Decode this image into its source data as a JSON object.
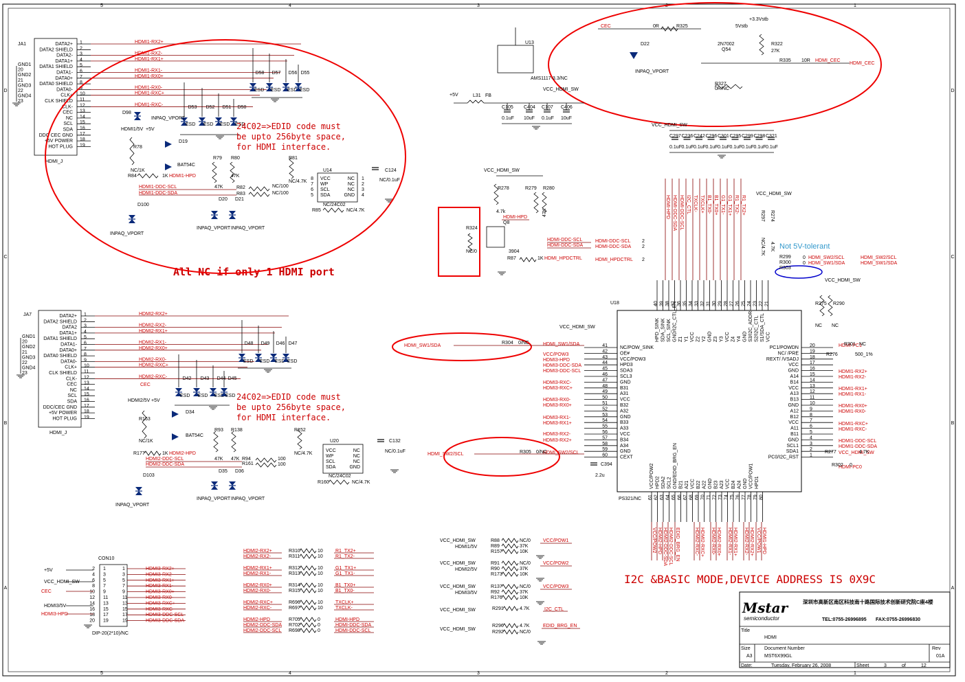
{
  "frame": {
    "cols_top": [
      "5",
      "4",
      "3",
      "2",
      "1"
    ],
    "rows": [
      "D",
      "C",
      "B",
      "A"
    ]
  },
  "notes": {
    "edid1": [
      "24C02=>EDID code must",
      "be upto 256byte space,",
      "for HDMI interface."
    ],
    "edid2": [
      "24C02=>EDID code must",
      "be upto 256byte space,",
      "for HDMI interface."
    ],
    "nc_only": "All NC if only 1 HDMI port",
    "not5v": "Not 5V-tolerant",
    "mode": "I2C &BASIC MODE,DEVICE ADDRESS IS 0X9C"
  },
  "ja1": {
    "ref": "JA1",
    "name": "HDMI_J",
    "left_pins": [
      "DATA2+",
      "DATA2 SHIELD",
      "DATA2-",
      "DATA1+",
      "DATA1 SHIELD",
      "DATA1-",
      "DATA0+",
      "DATA0 SHIELD",
      "DATA0-",
      "CLK+",
      "CLK SHIELD",
      "CLK-",
      "CEC",
      "NC",
      "SCL",
      "SDA",
      "DDC CEC GND",
      "+5V POWER",
      "HOT PLUG"
    ],
    "gnd": [
      "GND1",
      "20",
      "GND2",
      "21",
      "GND3",
      "22",
      "GND4",
      "23"
    ],
    "nets": [
      "HDMI1-RX2+",
      "HDMI1-RX2-",
      "HDMI1-RX1+",
      "HDMI1-RX1-",
      "HDMI1-RX0+",
      "HDMI1-RX0-",
      "HDMI1-RXC+",
      "HDMI1-RXC-",
      "CEC"
    ]
  },
  "ja7": {
    "ref": "JA7",
    "name": "HDMI_J",
    "left_pins": [
      "DATA2+",
      "DATA2 SHIELD",
      "DATA2",
      "DATA1+",
      "DATA1 SHIELD",
      "DATA1-",
      "DATA0+",
      "DATA0 SHIELD",
      "DATA0-",
      "CLK+",
      "CLK SHIELD",
      "CLK-",
      "CEC",
      "NC",
      "SCL",
      "SDA",
      "DDC/CEC GND",
      "+5V POWER",
      "HOT PLUG"
    ],
    "gnd": [
      "GND1",
      "20",
      "GND2",
      "21",
      "GND3",
      "22",
      "GND4",
      "23"
    ],
    "nets": [
      "HDMI2-RX2+",
      "HDMI2-RX2-",
      "HDMI2-RX1+",
      "HDMI2-RX1-",
      "HDMI2-RX0+",
      "HDMI2-RX0-",
      "HDMI2-RXC+",
      "HDMI2-RXC-",
      "CEC"
    ]
  },
  "port1": {
    "esd_top": [
      "D58",
      "D57",
      "D56",
      "D55"
    ],
    "esd_mid": [
      "D53",
      "D52",
      "D51",
      "D50"
    ],
    "esd_label": "ESD",
    "d98": "D98",
    "inpaq": "INPAQ_VPORT",
    "pwr": "HDMI1/5V",
    "p5v": "+5V",
    "d19": "D19",
    "bat": "BAT54C",
    "r78": "R78",
    "nc1k": "NC/1K",
    "r84": "R84",
    "one_k": "1K",
    "hpd": "HDMI1-HPD",
    "r79": "R79",
    "r80": "R80",
    "r81": "R81",
    "k47": "47K",
    "nc47": "NC/4.7K",
    "u14": "U14",
    "c124": "C124",
    "c124v": "NC/0.1uF",
    "eeprom_left": [
      "VCC",
      "WP",
      "SCL",
      "SDA"
    ],
    "eeprom_right": [
      "NC",
      "NC",
      "NC",
      "GND"
    ],
    "eeprom_pl": [
      "8",
      "7",
      "6",
      "5"
    ],
    "eeprom_pr": [
      "1",
      "2",
      "3",
      "4"
    ],
    "eeprom_name": "NC/24C02",
    "r82": "R82",
    "r83": "R83",
    "nc100": "NC/100",
    "r85": "R85",
    "r85v": "NC/4.7K",
    "scl": "HDMI1-DDC-SCL",
    "sda": "HDMI1-DDC-SDA",
    "d100": "D100",
    "d20": "D20",
    "d21": "D21"
  },
  "port2": {
    "esd_top": [
      "D48",
      "D49",
      "D46",
      "D47"
    ],
    "esd_mid": [
      "D42",
      "D43",
      "D44",
      "D45"
    ],
    "esd_label": "ESD",
    "cec": "CEC",
    "inpaq": "INPAQ_VPORT",
    "pwr": "HDMI2/5V",
    "p5v": "+5V",
    "d34": "D34",
    "bat": "BAT54C",
    "r163": "R163",
    "nc1k": "NC/1K",
    "r177": "R177",
    "one_k": "1K",
    "hpd": "HDMI2-HPD",
    "r93": "R93",
    "r138": "R138",
    "r152": "R152",
    "k47": "47K",
    "nc47": "NC/4.7K",
    "u20": "U20",
    "c132": "C132",
    "c132v": "NC/0.1uF",
    "eeprom_left": [
      "VCC",
      "WP",
      "SCL",
      "SDA"
    ],
    "eeprom_right": [
      "NC",
      "NC",
      "NC",
      "GND"
    ],
    "eeprom_name": "NC/24C02",
    "r94": "R94",
    "r161": "R161",
    "v100": "100",
    "r160": "R160",
    "r160v": "NC/4.7K",
    "scl": "HDMI2-DDC-SCL",
    "sda": "HDMI2-DDC-SDA",
    "d103": "D103",
    "d35": "D35",
    "d36": "D36"
  },
  "power": {
    "u13": "U13",
    "u13v": "AMS1117-3.3/NC",
    "p5v": "+5V",
    "l31": "L31",
    "fb": "FB",
    "vcc": "VCC_HDMI_SW",
    "caps": [
      "C105",
      "C404",
      "C107",
      "C406"
    ],
    "capv": [
      "0.1uF",
      "10uF",
      "0.1uF",
      "10uF"
    ],
    "decoup": [
      "C297",
      "C236",
      "C242",
      "C296",
      "C301",
      "C295",
      "C299",
      "C298",
      "C321"
    ],
    "decoupv": "0.1uF"
  },
  "cec": {
    "cec": "CEC",
    "zero_r": "0R",
    "r325": "R325",
    "d22": "D22",
    "inpaq": "INPAQ_VPORT",
    "v33": "+3.3Vstb",
    "v5": "5Vstb",
    "q54": "2N7002",
    "q54r": "Q54",
    "r322": "R322",
    "k27": "27K",
    "r335": "R335",
    "v10r": "10R",
    "net": "HDMI_CEC",
    "r327": "R327",
    "r327v": "0R/NC"
  },
  "hpdctl": {
    "vcc": "VCC_HDMI_SW",
    "r278": "R278",
    "r279": "R279",
    "r280": "R280",
    "k47": "4.7k",
    "k47b": "47K",
    "q8": "Q8",
    "q8v": "3904",
    "r87": "R87",
    "one_k": "1K",
    "r324": "R324",
    "ncv": "NC/0",
    "hpd": "HDMI-HPD",
    "scl": "HDMI-DDC-SCL",
    "sda": "HDMI-DDC-SDA",
    "ctl": "HDMI_HPDCTRL",
    "two": "2"
  },
  "u18": {
    "ref": "U18",
    "name": "PS321/NC",
    "vcc_top": "VCC_HDMI_SW",
    "left": [
      [
        "41",
        "NC/POW_SINK"
      ],
      [
        "42",
        "OE#"
      ],
      [
        "43",
        "VCC/POW3"
      ],
      [
        "44",
        "HPD3"
      ],
      [
        "45",
        "SDA3"
      ],
      [
        "46",
        "SCL3"
      ],
      [
        "47",
        "GND"
      ],
      [
        "48",
        "B31"
      ],
      [
        "49",
        "A31"
      ],
      [
        "50",
        "VCC"
      ],
      [
        "51",
        "B32"
      ],
      [
        "52",
        "A32"
      ],
      [
        "53",
        "GND"
      ],
      [
        "54",
        "B33"
      ],
      [
        "55",
        "A33"
      ],
      [
        "56",
        "VCC"
      ],
      [
        "57",
        "B34"
      ],
      [
        "58",
        "A34"
      ],
      [
        "59",
        "GND"
      ],
      [
        "60",
        "CEXT"
      ]
    ],
    "right": [
      [
        "20",
        "PC1/POWDN"
      ],
      [
        "19",
        "NC/ /PRE"
      ],
      [
        "18",
        "REXT/ /VSADJ"
      ],
      [
        "17",
        "VCC"
      ],
      [
        "16",
        "GND"
      ],
      [
        "15",
        "A14"
      ],
      [
        "14",
        "B14"
      ],
      [
        "13",
        "VCC"
      ],
      [
        "12",
        "A13"
      ],
      [
        "11",
        "B13"
      ],
      [
        "10",
        "GND"
      ],
      [
        "9",
        "A12"
      ],
      [
        "8",
        "B12"
      ],
      [
        "7",
        "VCC"
      ],
      [
        "6",
        "A11"
      ],
      [
        "5",
        "B11"
      ],
      [
        "4",
        "GND"
      ],
      [
        "3",
        "SCL1"
      ],
      [
        "2",
        "SDA1"
      ],
      [
        "1",
        "PC0/I2C_RST"
      ]
    ],
    "top": [
      [
        "40",
        "HPD_SINK"
      ],
      [
        "39",
        "SDA_SINK"
      ],
      [
        "38",
        "SCL_SINK"
      ],
      [
        "37",
        "GND/I2C_CTL_EN"
      ],
      [
        "36",
        "Z1"
      ],
      [
        "35",
        "Y1"
      ],
      [
        "34",
        "VCC"
      ],
      [
        "33",
        "Z2"
      ],
      [
        "32",
        "Y2"
      ],
      [
        "31",
        "GND"
      ],
      [
        "30",
        "Z3"
      ],
      [
        "29",
        "Y3"
      ],
      [
        "28",
        "VCC"
      ],
      [
        "27",
        "Z4"
      ],
      [
        "26",
        "Y4"
      ],
      [
        "25",
        "GND"
      ],
      [
        "24",
        "S3/I2C_ADDR"
      ],
      [
        "23",
        "S2/I2C_CTL"
      ],
      [
        "22",
        "S1/SDA_CTL"
      ],
      [
        "21",
        "VCC"
      ]
    ],
    "bottom": [
      [
        "61",
        "VCC/POW2"
      ],
      [
        "62",
        "HPD2"
      ],
      [
        "63",
        "SDA2"
      ],
      [
        "64",
        "SCL2"
      ],
      [
        "65",
        "GND/EDID_BRG_EN"
      ],
      [
        "66",
        "B21"
      ],
      [
        "67",
        "A21"
      ],
      [
        "68",
        "VCC"
      ],
      [
        "69",
        "B22"
      ],
      [
        "70",
        "A22"
      ],
      [
        "71",
        "GND"
      ],
      [
        "72",
        "B23"
      ],
      [
        "73",
        "A23"
      ],
      [
        "74",
        "VCC"
      ],
      [
        "75",
        "B24"
      ],
      [
        "76",
        "A24"
      ],
      [
        "77",
        "GND"
      ],
      [
        "78",
        "VCC/POW1"
      ],
      [
        "79",
        "HPD1"
      ],
      [
        "80",
        ""
      ]
    ],
    "top_nets": [
      "HDMI-HPD",
      "HDMI-DDC-SDA",
      "HDMI-DDC-SCL",
      "I2C_CTL",
      "TXCLK-",
      "TXCLK+",
      "B1_TX0-",
      "B1_TX0+",
      "G1_TX1-",
      "G1_TX1+",
      "R1_TX2-",
      "R1_TX2+"
    ],
    "left_nets": [
      "HDMI_SW1/SDA",
      "VCC/POW3",
      "HDMI3-HPD",
      "HDMI3-DDC-SDA",
      "HDMI3-DDC-SCL",
      "HDMI3-RXC-",
      "HDMI3-RXC+",
      "HDMI3-RX0-",
      "HDMI3-RX0+",
      "HDMI3-RX1-",
      "HDMI3-RX1+",
      "HDMI3-RX2-",
      "HDMI3-RX2+",
      "HDMI_SW2/SCL"
    ],
    "right_nets": [
      "HDMI-PC1",
      "HDMI1-RX2+",
      "HDMI1-RX2-",
      "HDMI1-RX1+",
      "HDMI1-RX1-",
      "HDMI1-RX0+",
      "HDMI1-RX0-",
      "HDMI1-RXC+",
      "HDMI1-RXC-",
      "HDMI1-DDC-SCL",
      "HDMI1-DDC-SDA",
      "VCC_HDMI_SW",
      "HDMI-PC0"
    ],
    "bottom_nets": [
      "VCC/POW2",
      "HDMI2-HPD",
      "HDMI2-DDC-SDA",
      "HDMI2-DDC-SCL",
      "EDID_BRG_EN",
      "HDMI2-RXC-",
      "HDMI2-RXC+",
      "HDMI2-RX0-",
      "HDMI2-RX0+",
      "HDMI2-RX1-",
      "HDMI2-RX1+",
      "HDMI2-RX2-",
      "HDMI2-RX2+",
      "VCC/POW1",
      "HDMI1-HPD"
    ],
    "r304": "R304",
    "r304v": "0/NC",
    "r305": "R305",
    "r305v": "0/NC",
    "c394": "C394",
    "c394v": "2.2u",
    "r301": "R301",
    "r301v": "NC",
    "r276": "R276",
    "r276v": "500_1%",
    "r277": "R277",
    "r277v": "4.7K",
    "r302": "R302",
    "r302v": "0",
    "r275": "R275",
    "r290": "R290",
    "ncv": "NC",
    "r299": "R299",
    "r300": "R300",
    "r303": "R303",
    "zero": "0",
    "sw2scl": "HDMI_SW2/SCL",
    "sw1sda": "HDMI_SW1/SDA",
    "r297": "R297",
    "r274": "R274",
    "k47": "4.7K",
    "nc47": "NC/4.7K"
  },
  "con10": {
    "ref": "CON10",
    "name": "DIP-20(2*10)/NC",
    "left_labels": [
      "+5V",
      "VCC_HDMI_SW",
      "CEC",
      "HDMI3/5V",
      "HDMI3-HPD"
    ],
    "right_nets": [
      "HDMI3-RX2+",
      "HDMI3-RX2-",
      "HDMI3-RX1+",
      "HDMI3-RX1-",
      "HDMI3-RX0+",
      "HDMI3-RX0-",
      "HDMI3-RXC+",
      "HDMI3-RXC-",
      "HDMI3-DDC-SCL",
      "HDMI3-DDC-SDA"
    ],
    "pins_l": [
      "2",
      "4",
      "6",
      "8",
      "10",
      "12",
      "14",
      "16",
      "18",
      "20"
    ],
    "pins_r": [
      "1",
      "3",
      "5",
      "7",
      "9",
      "11",
      "13",
      "15",
      "17",
      "19"
    ]
  },
  "rtable": [
    [
      "HDMI2-RX2+",
      "R310",
      "10",
      "R1_TX2+"
    ],
    [
      "HDMI2-RX2-",
      "R311",
      "10",
      "R1_TX2-"
    ],
    [
      "HDMI2-RX1+",
      "R312",
      "10",
      "G1_TX1+"
    ],
    [
      "HDMI2-RX1-",
      "R313",
      "10",
      "G1_TX1-"
    ],
    [
      "HDMI2-RX0+",
      "R314",
      "10",
      "B1_TX0+"
    ],
    [
      "HDMI2-RX0-",
      "R315",
      "10",
      "B1_TX0-"
    ],
    [
      "HDMI2-RXC+",
      "R696",
      "10",
      "TXCLK+"
    ],
    [
      "HDMI2-RXC-",
      "R697",
      "10",
      "TXCLK-"
    ],
    [
      "HDMI2-HPD",
      "R705",
      "0",
      "HDMI-HPD"
    ],
    [
      "HDMI2-DDC-SDA",
      "R702",
      "0",
      "HDMI-DDC-SDA"
    ],
    [
      "HDMI2-DDC-SCL",
      "R698",
      "0",
      "HDMI-DDC-SCL"
    ]
  ],
  "powsel": [
    {
      "in1": "VCC_HDMI_SW",
      "in2": "HDMI1/5V",
      "r": [
        "R88",
        "R89",
        "R157"
      ],
      "v": [
        "NC/0",
        "37K",
        "10K"
      ],
      "out": "VCC/POW1"
    },
    {
      "in1": "VCC_HDMI_SW",
      "in2": "HDMI2/5V",
      "r": [
        "R91",
        "R90",
        "R173"
      ],
      "v": [
        "NC/0",
        "37K",
        "10K"
      ],
      "out": "VCC/POW2"
    },
    {
      "in1": "VCC_HDMI_SW",
      "in2": "HDMI3/5V",
      "r": [
        "R137",
        "R92",
        "R176"
      ],
      "v": [
        "NC/0",
        "37K",
        "10K"
      ],
      "out": "VCC/POW3"
    }
  ],
  "misc": {
    "vcc": "VCC_HDMI_SW",
    "r291": "R291",
    "r291v": "4.7K",
    "i2c": "I2C_CTL",
    "r296": "R296",
    "r296v": "4.7K",
    "r292": "R292",
    "r292v": "NC/0",
    "edid": "EDID_BRG_EN"
  },
  "title_block": {
    "logo": "Mstar",
    "logo_sub": "semiconductor",
    "address": "深圳市高新区南区科技南十路国际技术创新研究院C座4楼",
    "tel": "TEL:0755-26996895",
    "fax": "FAX:0755-26996830",
    "title_label": "Title",
    "title": "HDMI",
    "size_label": "Size",
    "size": "A3",
    "docnum_label": "Document Number",
    "docnum": "MST6X99GL",
    "rev_label": "Rev",
    "rev": "01A",
    "date_label": "Date:",
    "date": "Tuesday, February 26, 2008",
    "sheet_label": "Sheet",
    "sheet": "3",
    "of_label": "of",
    "of": "12"
  }
}
